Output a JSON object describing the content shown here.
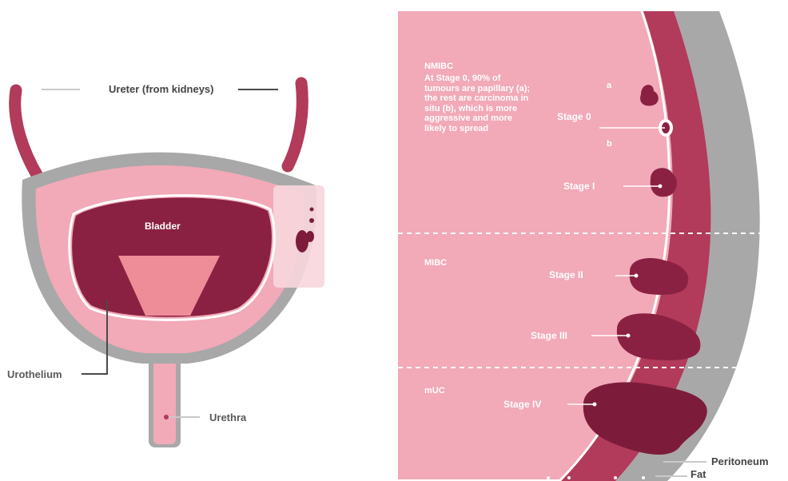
{
  "left_diagram": {
    "ureter_label": "Ureter (from kidneys)",
    "bladder_label": "Bladder",
    "urothelium_label": "Urothelium",
    "urethra_label": "Urethra"
  },
  "right_diagram": {
    "section_nmibc": "NMIBC",
    "nmibc_description": "At Stage 0, 90% of tumours are papillary (a); the rest are carcinoma in situ (b), which is more aggressive and more likely to spread",
    "section_mibc": "MIBC",
    "section_muc": "mUC",
    "marker_a": "a",
    "marker_b": "b",
    "stage_0": "Stage 0",
    "stage_1": "Stage I",
    "stage_2": "Stage II",
    "stage_3": "Stage III",
    "stage_4": "Stage IV",
    "peritoneum_label": "Peritoneum",
    "fat_label": "Fat"
  },
  "colors": {
    "background_pink": "#f2a9b8",
    "light_pink": "#f7c5cf",
    "maroon": "#8a2142",
    "dark_maroon": "#7c1c3a",
    "grey": "#a8a8a8",
    "salmon": "#ee8c98"
  }
}
